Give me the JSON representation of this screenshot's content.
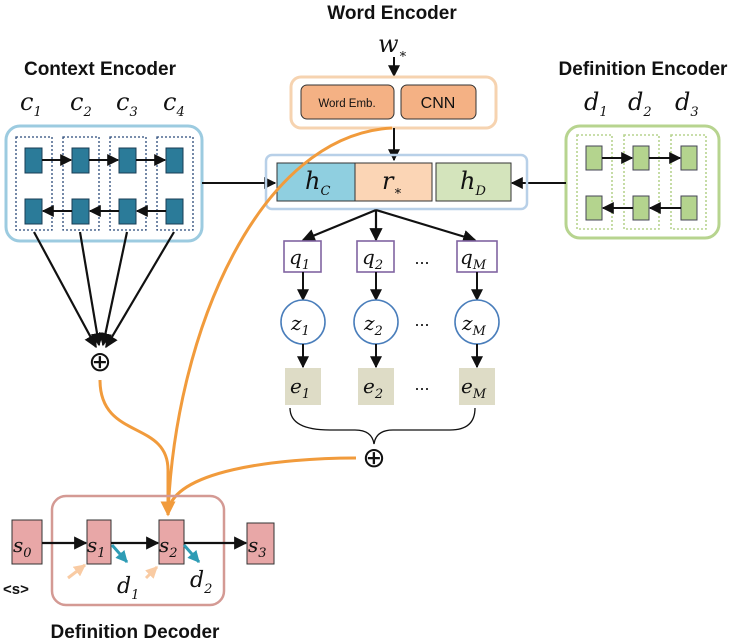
{
  "titles": {
    "word_encoder": "Word Encoder",
    "context_encoder": "Context Encoder",
    "definition_encoder": "Definition Encoder",
    "definition_decoder": "Definition Decoder"
  },
  "word_encoder": {
    "input": {
      "base": "w",
      "sub": "∗"
    },
    "word_emb_label": "Word Emb.",
    "cnn_label": "CNN"
  },
  "context_encoder": {
    "inputs": [
      {
        "base": "c",
        "sub": "1"
      },
      {
        "base": "c",
        "sub": "2"
      },
      {
        "base": "c",
        "sub": "3"
      },
      {
        "base": "c",
        "sub": "4"
      }
    ]
  },
  "definition_encoder": {
    "inputs": [
      {
        "base": "d",
        "sub": "1"
      },
      {
        "base": "d",
        "sub": "2"
      },
      {
        "base": "d",
        "sub": "3"
      }
    ]
  },
  "concat": {
    "hc": {
      "base": "h",
      "sub": "C"
    },
    "r": {
      "base": "r",
      "sub": "∗"
    },
    "hd": {
      "base": "h",
      "sub": "D"
    }
  },
  "latent": {
    "q": [
      {
        "base": "q",
        "sub": "1"
      },
      {
        "base": "q",
        "sub": "2"
      },
      {
        "base": "q",
        "sub": "M"
      }
    ],
    "z": [
      {
        "base": "z",
        "sub": "1"
      },
      {
        "base": "z",
        "sub": "2"
      },
      {
        "base": "z",
        "sub": "M"
      }
    ],
    "e": [
      {
        "base": "e",
        "sub": "1"
      },
      {
        "base": "e",
        "sub": "2"
      },
      {
        "base": "e",
        "sub": "M"
      }
    ],
    "ellipsis": "..."
  },
  "operators": {
    "sum": "⊕"
  },
  "decoder": {
    "states": [
      {
        "base": "s",
        "sub": "0"
      },
      {
        "base": "s",
        "sub": "1"
      },
      {
        "base": "s",
        "sub": "2"
      },
      {
        "base": "s",
        "sub": "3"
      }
    ],
    "outputs": [
      {
        "base": "d",
        "sub": "1"
      },
      {
        "base": "d",
        "sub": "2"
      }
    ],
    "start_token": "<s>"
  },
  "colors": {
    "context_frame": "#9ccbe0",
    "context_node": "#2b7b99",
    "definition_frame": "#b7d48f",
    "definition_node": "#b4d48e",
    "word_frame": "#f6d3b0",
    "word_box": "#f4b184",
    "hc_box": "#8fcfe0",
    "r_box": "#fbd5b5",
    "hd_box": "#d4e4bc",
    "concat_frame": "#b8d0e8",
    "q_border": "#8064a2",
    "z_border": "#4a7ebb",
    "e_box": "#dedcc6",
    "decoder_frame": "#d49a94",
    "decoder_node": "#e8a7a7",
    "orange_link": "#f19b3c",
    "teal_arrow": "#2e9cb5",
    "peach_arrow": "#f9cba3"
  }
}
